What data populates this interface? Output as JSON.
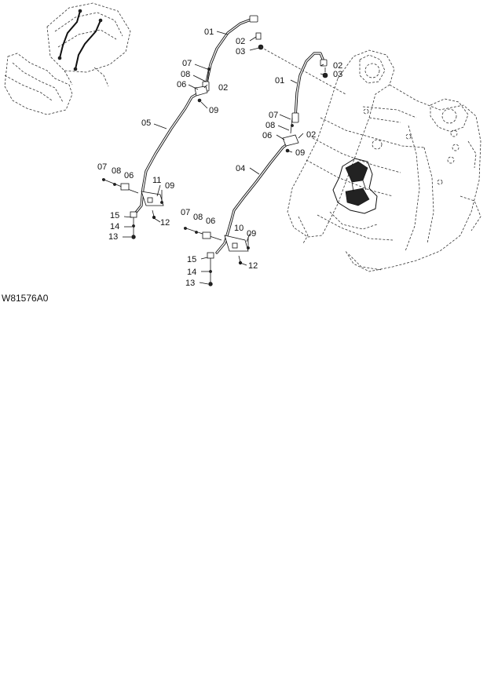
{
  "drawing_code": "W81576A0",
  "callouts": {
    "left_set": {
      "c01": "01",
      "c02a": "02",
      "c03": "03",
      "c07a": "07",
      "c08a": "08",
      "c06a": "06",
      "c02b": "02",
      "c09a": "09",
      "c05": "05",
      "c07b": "07",
      "c08b": "08",
      "c06b": "06",
      "c11": "11",
      "c09b": "09",
      "c12": "12",
      "c15": "15",
      "c14": "14",
      "c13": "13"
    },
    "right_set": {
      "c01": "01",
      "c02a": "02",
      "c03": "03",
      "c07a": "07",
      "c08a": "08",
      "c06a": "06",
      "c02b": "02",
      "c09a": "09",
      "c04": "04",
      "c07b": "07",
      "c08b": "08",
      "c06b": "06",
      "c10": "10",
      "c09b": "09",
      "c12": "12",
      "c15": "15",
      "c14": "14",
      "c13": "13"
    }
  }
}
